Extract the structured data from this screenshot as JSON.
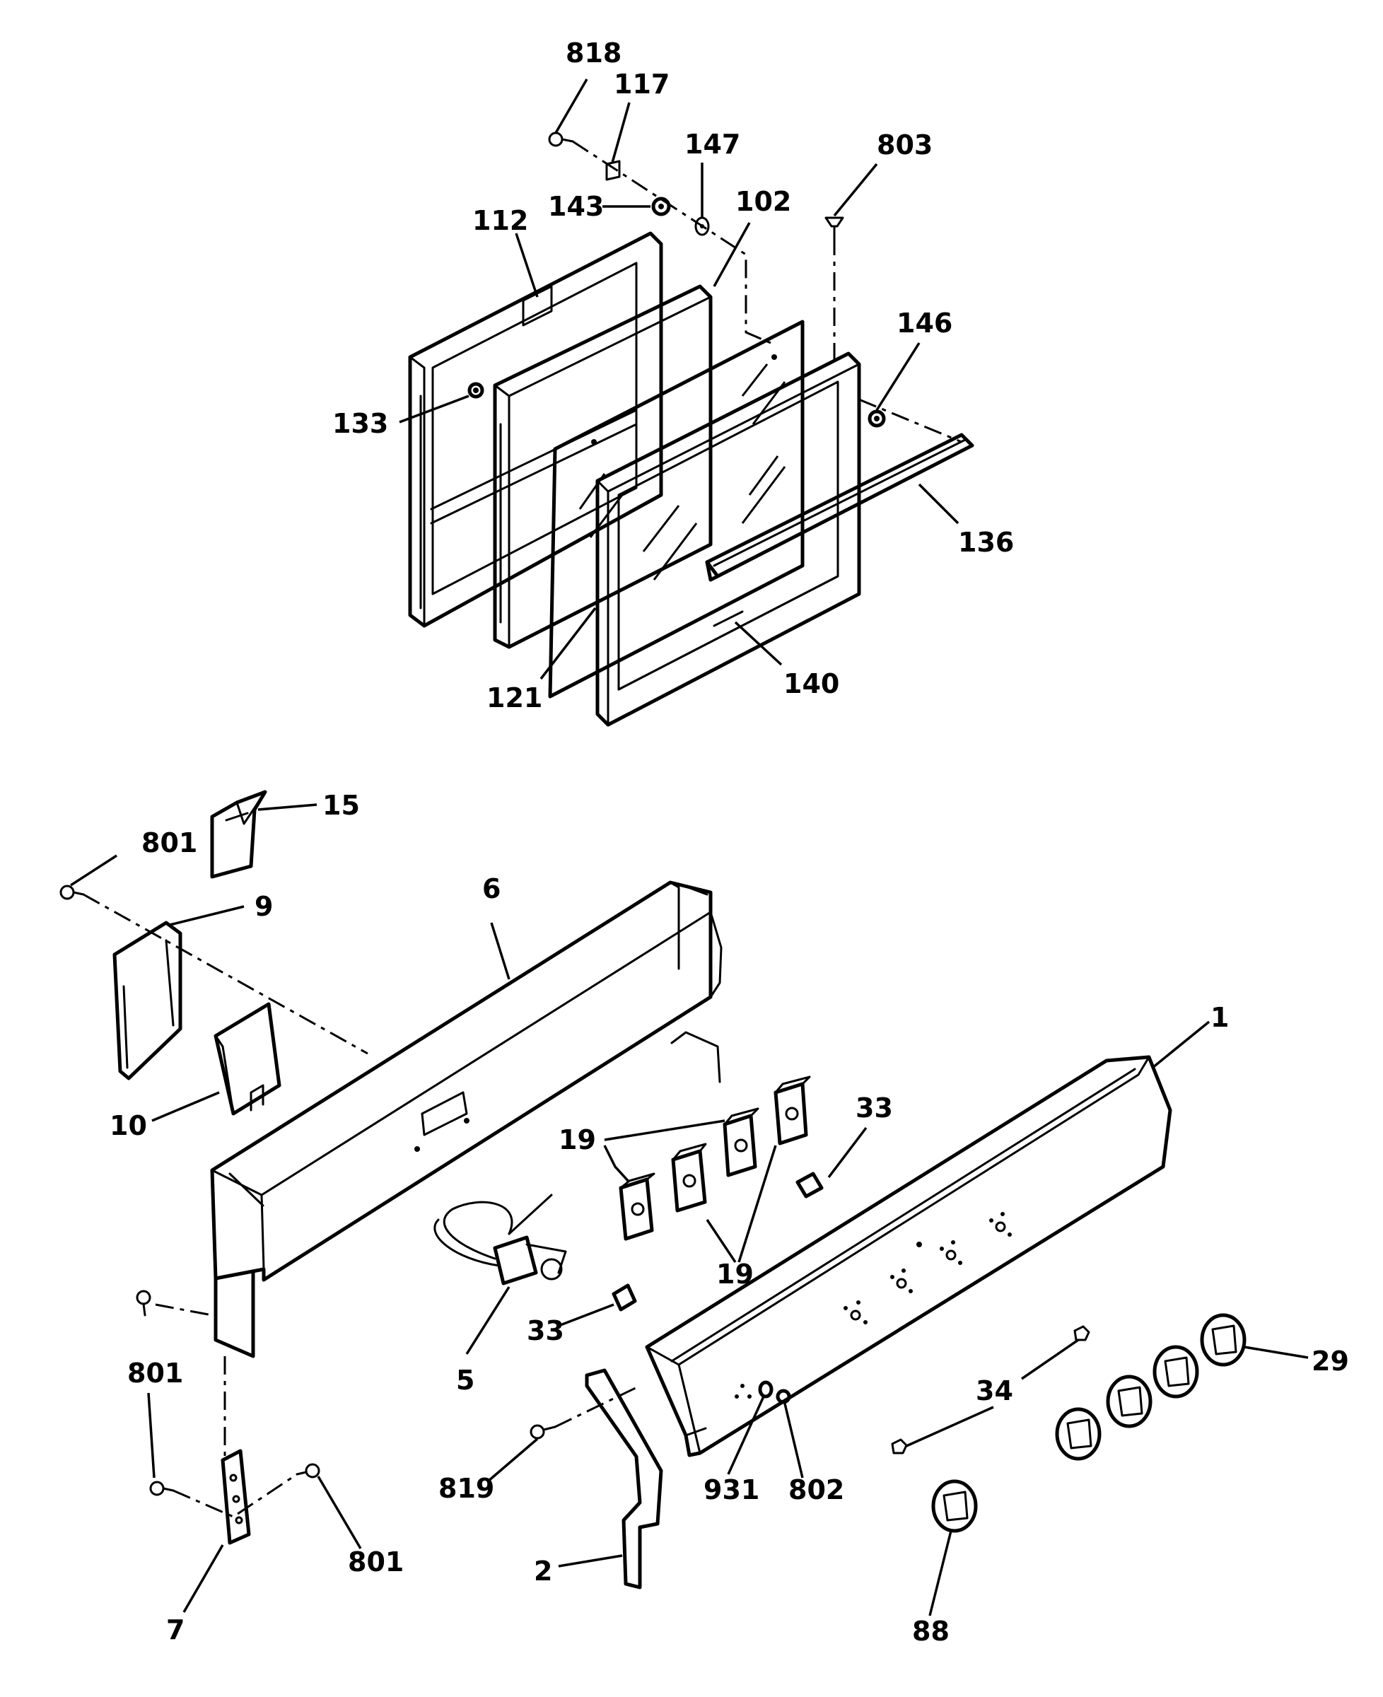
{
  "diagram": {
    "labels": {
      "818": "818",
      "117": "117",
      "147": "147",
      "143": "143",
      "102": "102",
      "803": "803",
      "112": "112",
      "146": "146",
      "133": "133",
      "136": "136",
      "121": "121",
      "140": "140",
      "15": "15",
      "801a": "801",
      "9": "9",
      "6": "6",
      "1": "1",
      "10": "10",
      "33a": "33",
      "19a": "19",
      "19b": "19",
      "33b": "33",
      "5": "5",
      "29": "29",
      "801b": "801",
      "34": "34",
      "819": "819",
      "931": "931",
      "802": "802",
      "801c": "801",
      "2": "2",
      "7": "7",
      "88": "88"
    }
  }
}
